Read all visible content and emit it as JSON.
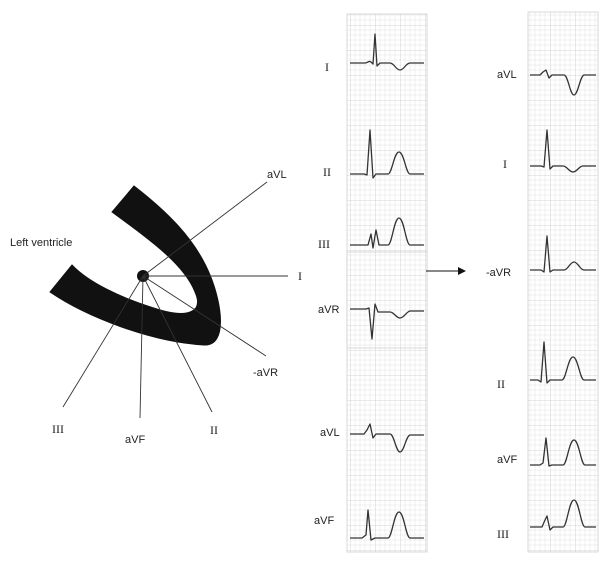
{
  "diagram": {
    "ventricle_label": "Left ventricle",
    "axis_labels": {
      "I": "I",
      "aVL": "aVL",
      "neg_aVR": "-aVR",
      "II": "II",
      "aVF": "aVF",
      "III": "III"
    }
  },
  "middle_column": {
    "leads": [
      "I",
      "II",
      "III",
      "aVR",
      "aVL",
      "aVF"
    ]
  },
  "right_column": {
    "leads": [
      "aVL",
      "I",
      "-aVR",
      "II",
      "aVF",
      "III"
    ]
  },
  "colors": {
    "ink": "#111111",
    "trace": "#333333",
    "grid_minor": "#e2e2e2",
    "grid_major": "#c8c8c8"
  }
}
